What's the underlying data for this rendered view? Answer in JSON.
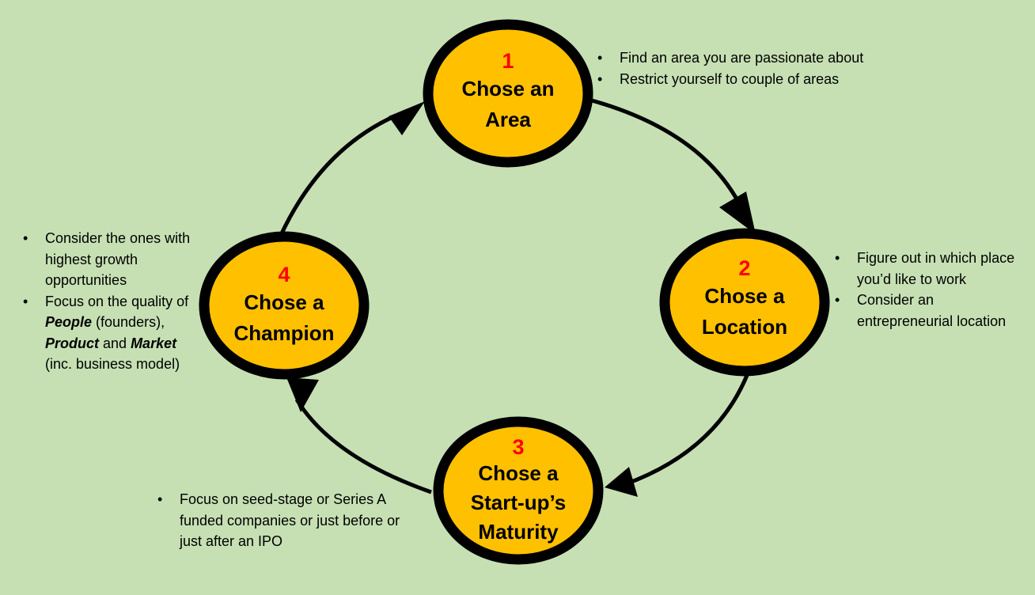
{
  "nodes": [
    {
      "num": "1",
      "title_lines": [
        "Chose an",
        "Area"
      ]
    },
    {
      "num": "2",
      "title_lines": [
        "Chose a",
        "Location"
      ]
    },
    {
      "num": "3",
      "title_lines": [
        "Chose a",
        "Start-up’s",
        "Maturity"
      ]
    },
    {
      "num": "4",
      "title_lines": [
        "Chose a",
        "Champion"
      ]
    }
  ],
  "notes": {
    "area": [
      "Find an area you are passionate about",
      "Restrict yourself to couple of areas"
    ],
    "location": [
      "Figure out in which place you’d like to work",
      "Consider an entrepreneurial location"
    ],
    "maturity": [
      "Focus on seed-stage or Series A funded companies or just before or just after an IPO"
    ],
    "champion": {
      "item1": "Consider the ones with highest growth opportunities",
      "item2": {
        "t1": "Focus on the quality of ",
        "people": "People",
        "t2": " (founders), ",
        "product": "Product",
        "t3": " and ",
        "market": "Market",
        "t4": " (inc. business model)"
      }
    }
  },
  "colors": {
    "background": "#c6e0b4",
    "node_fill": "#ffc000",
    "node_border": "#000000",
    "number": "#ff0000"
  }
}
